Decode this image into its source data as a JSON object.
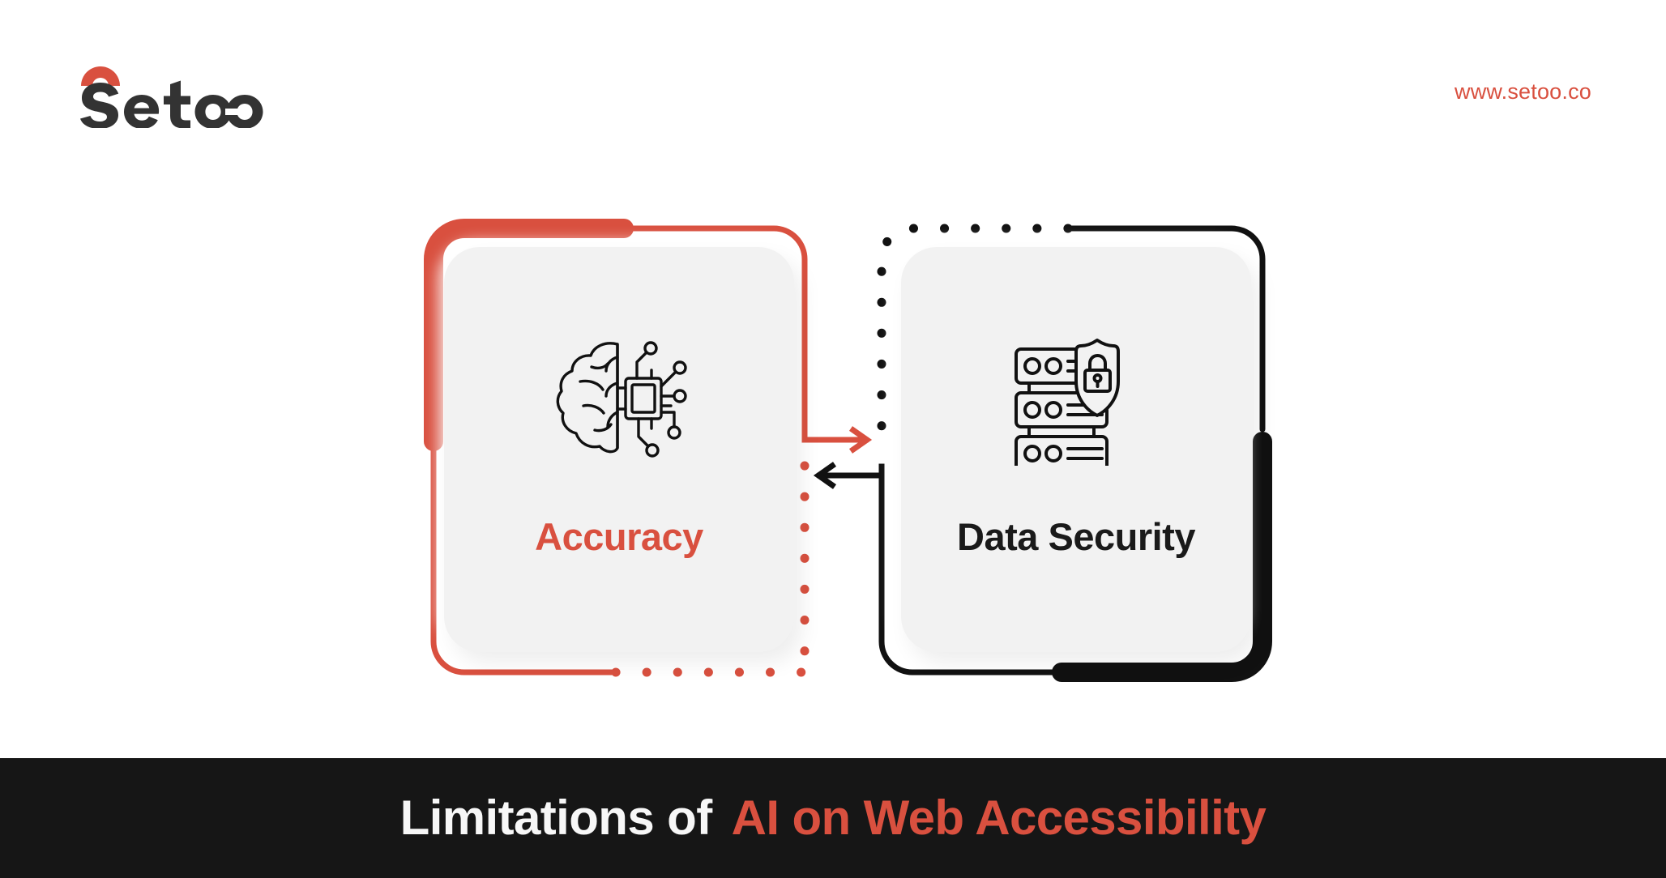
{
  "header": {
    "logo": {
      "name": "setoo-logo",
      "wordmark": "Setoo",
      "arc_color": "#d9503f",
      "text_color": "#333333"
    },
    "site_url": "www.setoo.co",
    "site_url_color": "#d9503f"
  },
  "diagram": {
    "cards": [
      {
        "id": "accuracy",
        "label": "Accuracy",
        "label_color": "#d9503f",
        "icon": "ai-brain-chip-icon",
        "frame_color": "#d9503f",
        "frame_style": "solid-thick-left-and-dotted-bottom"
      },
      {
        "id": "data-security",
        "label": "Data Security",
        "label_color": "#1a1a1a",
        "icon": "server-shield-lock-icon",
        "frame_color": "#111111",
        "frame_style": "dotted-left-and-solid-thick-bottom"
      }
    ],
    "connectors": [
      {
        "id": "accuracy-to-security",
        "icon": "arrow-right-icon",
        "color": "#d9503f",
        "direction": "right"
      },
      {
        "id": "security-to-accuracy",
        "icon": "arrow-left-icon",
        "color": "#111111",
        "direction": "left"
      }
    ]
  },
  "footer": {
    "title_plain": "Limitations of",
    "title_accent": "AI on Web Accessibility",
    "background": "#161616",
    "plain_color": "#f7f7f7",
    "accent_color": "#d9503f"
  }
}
